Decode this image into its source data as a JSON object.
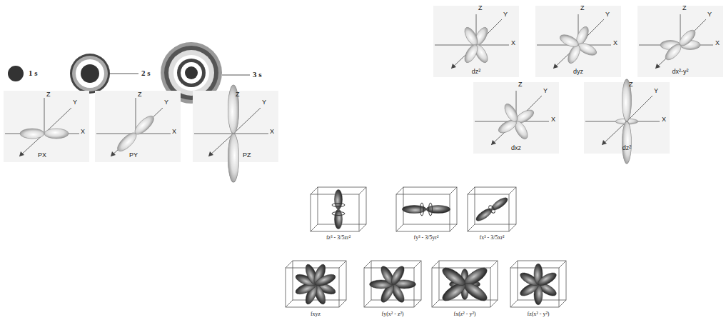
{
  "diagram": {
    "labels": [
      "1 s",
      "2 s",
      "3 s",
      "Z",
      "Y",
      "X",
      "dz²",
      "Z",
      "Y",
      "X",
      "dyz",
      "Z",
      "Y",
      "X",
      "dx²-y²",
      "Z",
      "Y",
      "X",
      "PX",
      "Z",
      "Y",
      "X",
      "PY",
      "Z",
      "Y",
      "X",
      "PZ",
      "Z",
      "Y",
      "X",
      "dxz",
      "Z",
      "Y",
      "X",
      "dz²",
      "fz³ - 3/5zr²",
      "fy³ - 3/5yr²",
      "fx³ - 3/5xr²",
      "fxyz",
      "fy(x² - z²)",
      "fx(z² - y²)",
      "fz(x² - y²)"
    ]
  }
}
